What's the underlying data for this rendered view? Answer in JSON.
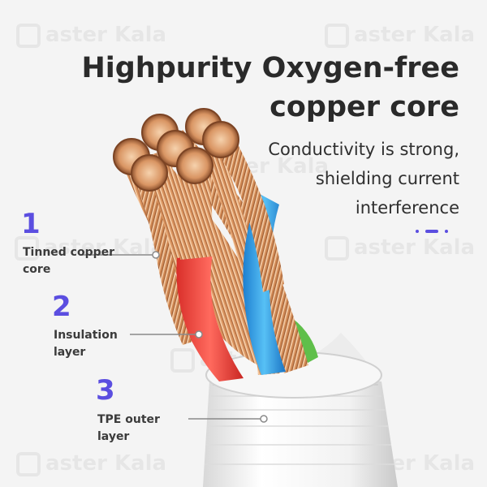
{
  "title": {
    "line1": "Highpurity Oxygen-free",
    "line2": "copper core"
  },
  "subtitle": {
    "line1": "Conductivity is strong,",
    "line2": "shielding current",
    "line3": "interference"
  },
  "callouts": [
    {
      "number": "1",
      "line1": "Tinned copper",
      "line2": "core"
    },
    {
      "number": "2",
      "line1": "Insulation",
      "line2": "layer"
    },
    {
      "number": "3",
      "line1": "TPE outer",
      "line2": "layer"
    }
  ],
  "watermark": "aster Kala",
  "colors": {
    "accent": "#5b4ee0",
    "copper": "#d8905a",
    "red_insulation": "#f0453f",
    "blue_insulation": "#2a9ee6",
    "green_insulation": "#5fbf4a",
    "jacket": "#ffffff"
  }
}
